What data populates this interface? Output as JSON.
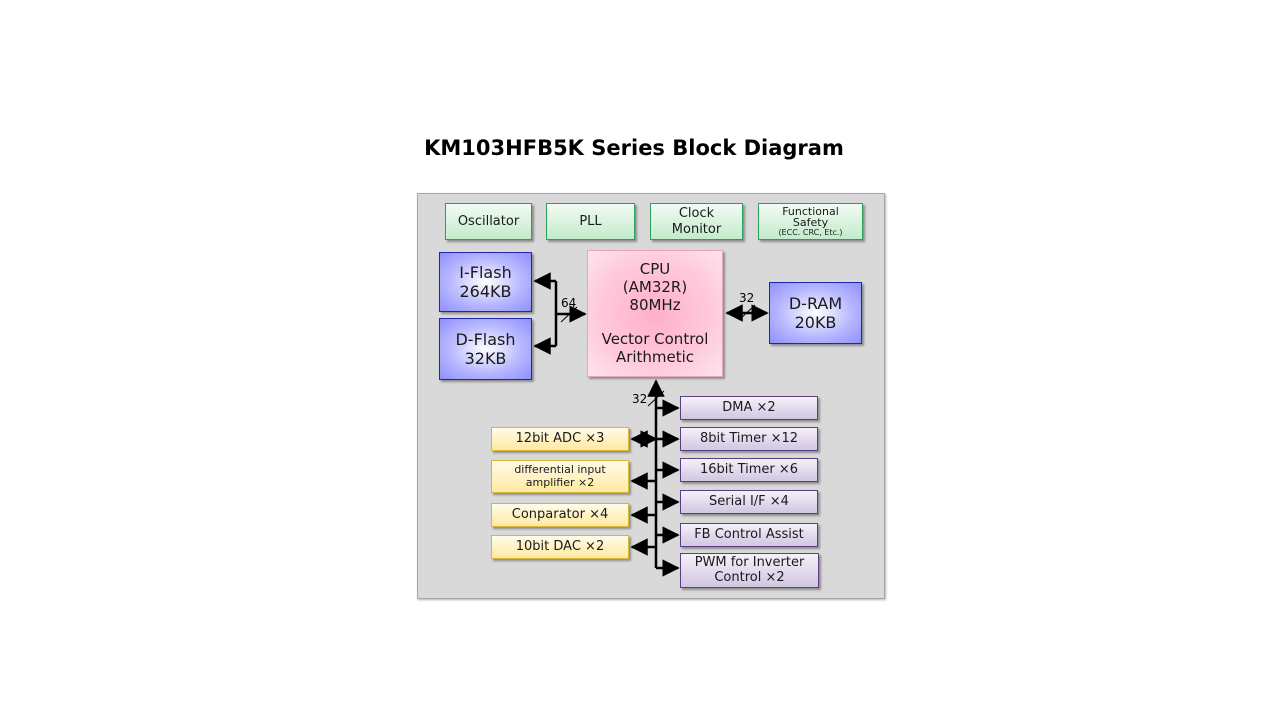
{
  "title": "KM103HFB5K Series Block Diagram",
  "top_blocks": {
    "oscillator": "Oscillator",
    "pll": "PLL",
    "clock_monitor_1": "Clock",
    "clock_monitor_2": "Monitor",
    "safety_1": "Functional",
    "safety_2": "Safety",
    "safety_3": "(ECC. CRC,  Etc.)"
  },
  "memory": {
    "iflash_1": "I-Flash",
    "iflash_2": "264KB",
    "dflash_1": "D-Flash",
    "dflash_2": "32KB",
    "dram_1": "D-RAM",
    "dram_2": "20KB"
  },
  "cpu": {
    "line1": "CPU",
    "line2": "(AM32R)",
    "line3": "80MHz",
    "line4": "Vector Control",
    "line5": "Arithmetic"
  },
  "bus_widths": {
    "flash_bus": "64",
    "ram_bus": "32",
    "peripheral_bus": "32"
  },
  "analog": {
    "adc": "12bit  ADC ×3",
    "amp_1": "differential input",
    "amp_2": "amplifier ×2",
    "comparator": "Conparator ×4",
    "dac": "10bit  DAC ×2"
  },
  "digital": {
    "dma": "DMA ×2",
    "timer8": "8bit  Timer  ×12",
    "timer16": "16bit  Timer  ×6",
    "serial": "Serial  I/F  ×4",
    "fb": "FB  Control  Assist",
    "pwm_1": "PWM  for  Inverter",
    "pwm_2": "Control ×2"
  }
}
